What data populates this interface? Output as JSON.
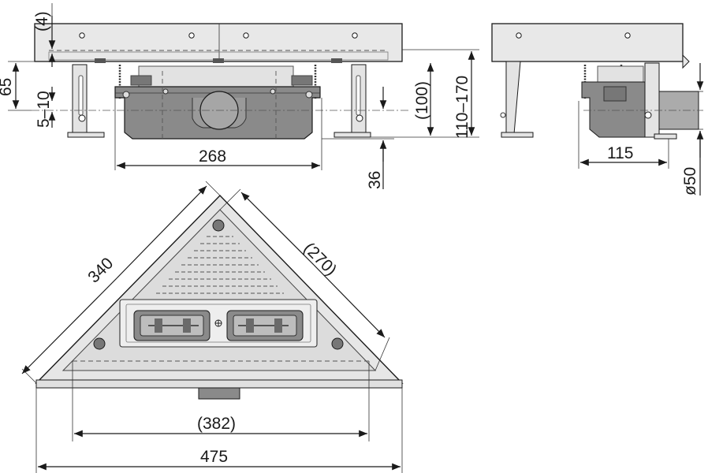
{
  "dimensions": {
    "front_top_offset": "(4)",
    "front_height": "65",
    "front_adjust": "5–10",
    "body_width": "268",
    "outlet_height": "(100)",
    "total_height": "110–170",
    "outlet_center": "36",
    "side_depth": "115",
    "outlet_diameter": "ø50",
    "diag_left": "340",
    "diag_right": "(270)",
    "inner_width": "(382)",
    "total_width": "475"
  },
  "colors": {
    "metal": "#e6e6e6",
    "body": "#8a8a8a",
    "body_dark": "#6a6a6a",
    "grate": "#dcdcdc",
    "ink": "#1a1a1a"
  }
}
